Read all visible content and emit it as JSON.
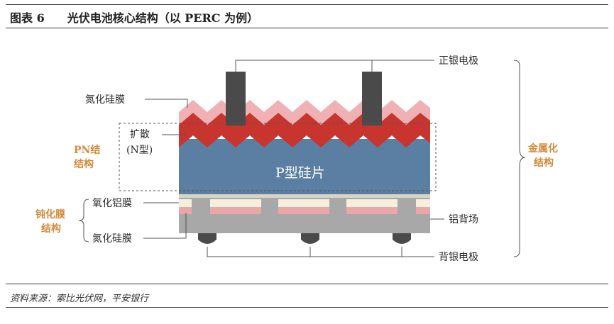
{
  "header": {
    "title": "图表 6　　光伏电池核心结构（以 PERC 为例）"
  },
  "labels": {
    "front_silver": "正银电极",
    "nitride_top": "氮化硅膜",
    "diffusion_line1": "扩散",
    "diffusion_line2": "(N型)",
    "wafer": "P型硅片",
    "aluminum_oxide": "氧化铝膜",
    "aluminum_back_field": "铝背场",
    "nitride_bottom": "氮化硅膜",
    "back_silver": "背银电极"
  },
  "groups": {
    "pn_junction": [
      "PN结",
      "结构"
    ],
    "metallization": [
      "金属化",
      "结构"
    ],
    "passivation": [
      "钝化膜",
      "结构"
    ]
  },
  "footer": {
    "source": "资料来源：索比光伏网，平安银行"
  },
  "colors": {
    "nitride_pink": "#efb1b4",
    "diffusion_red": "#c8342e",
    "wafer_blue": "#5b7fa3",
    "oxide_cream": "#f3f0e0",
    "nitride_back_pink": "#e9a7a8",
    "aluminum_gray": "#a8a8a8",
    "electrode_dark": "#4a4a4a",
    "group_orange": "#d48a3a"
  }
}
